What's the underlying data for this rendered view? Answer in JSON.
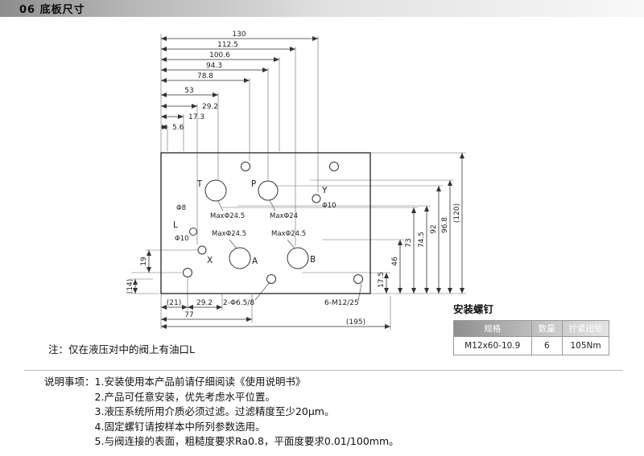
{
  "page": {
    "header_title": "06 底板尺寸",
    "note": "注：仅在液压对中的阀上有油口L",
    "notes_label": "说明事项：",
    "notes": [
      "1.安装使用本产品前请仔细阅读《使用说明书》",
      "2.产品可任意安装，优先考虑水平位置。",
      "3.液压系统所用介质必须过滤。过滤精度至少20μm。",
      "4.固定螺钉请按样本中所列参数选用。",
      "5.与阀连接的表面，粗糙度要求Ra0.8，平面度要求0.01/100mm。"
    ]
  },
  "drawing": {
    "top_dims": [
      "130",
      "112.5",
      "100.6",
      "94.3",
      "78.8",
      "53",
      "29.2",
      "17.3",
      "5.6"
    ],
    "right_dims": [
      "17.5",
      "46",
      "73",
      "74.5",
      "92",
      "96.8",
      "(120)"
    ],
    "left_dims": [
      "19",
      "(14)"
    ],
    "bottom_dims": [
      "(21)",
      "29.2",
      "77",
      "(195)"
    ],
    "labels": {
      "t": "T",
      "p": "P",
      "y": "Y",
      "l": "L",
      "x": "X",
      "a": "A",
      "b": "B",
      "phi8": "Φ8",
      "phi10_y": "Φ10",
      "phi10_l": "Φ10",
      "max_t": "MaxΦ24.5",
      "max_p": "MaxΦ24",
      "max_a": "MaxΦ24.5",
      "max_b": "MaxΦ24.5",
      "pin_holes": "2-Φ6.5/8",
      "mount_holes": "6-M12/25"
    }
  },
  "screw_table": {
    "title": "安装螺钉",
    "headers": [
      "规格",
      "数量",
      "拧紧扭矩"
    ],
    "row": [
      "M12x60-10.9",
      "6",
      "105Nm"
    ]
  }
}
